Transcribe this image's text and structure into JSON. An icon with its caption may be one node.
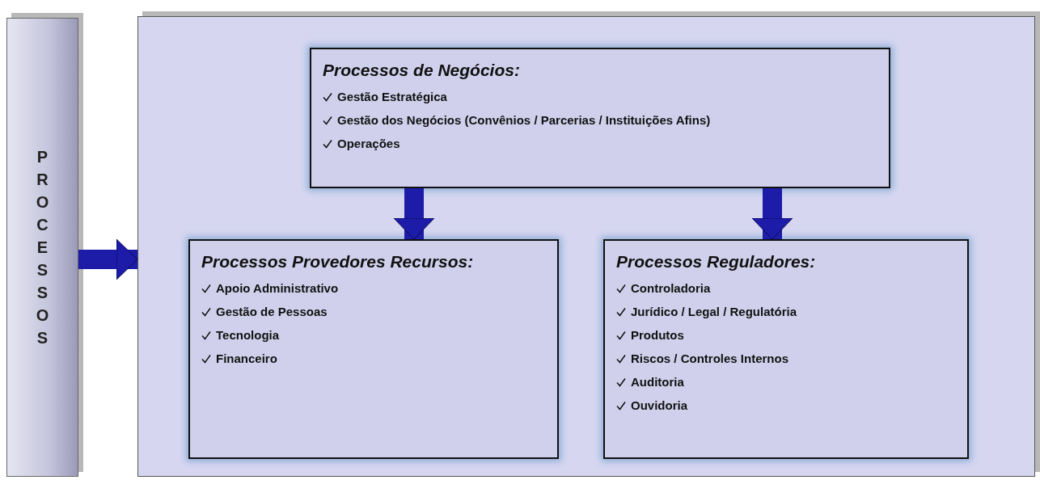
{
  "diagram": {
    "nodes": [
      {
        "text": [
          "PROCESSOS"
        ]
      },
      {
        "text": [],
        "shape": "box"
      },
      {
        "text": [
          "Processos de Negócios:",
          "Gestão Estratégica",
          "Gestão dos Negócios (Convênios / Parcerias / Instituições Afins)",
          "Operações"
        ],
        "in": 1
      },
      {
        "text": [
          "Processos Provedores Recursos:",
          "Apoio Administrativo",
          "Gestão de Pessoas",
          "Tecnologia",
          "Financeiro"
        ],
        "in": 1
      },
      {
        "text": [
          "Processos Reguladores:",
          "Controladoria",
          "Jurídico / Legal / Regulatória",
          "Produtos",
          "Riscos / Controles Internos",
          "Auditoria",
          "Ouvidoria"
        ],
        "in": 1
      }
    ],
    "edges": [
      {
        "from": 0,
        "to": 1,
        "arrow": "to"
      },
      {
        "from": 2,
        "to": 3,
        "arrow": "to"
      },
      {
        "from": 2,
        "to": 4,
        "arrow": "to"
      }
    ]
  }
}
